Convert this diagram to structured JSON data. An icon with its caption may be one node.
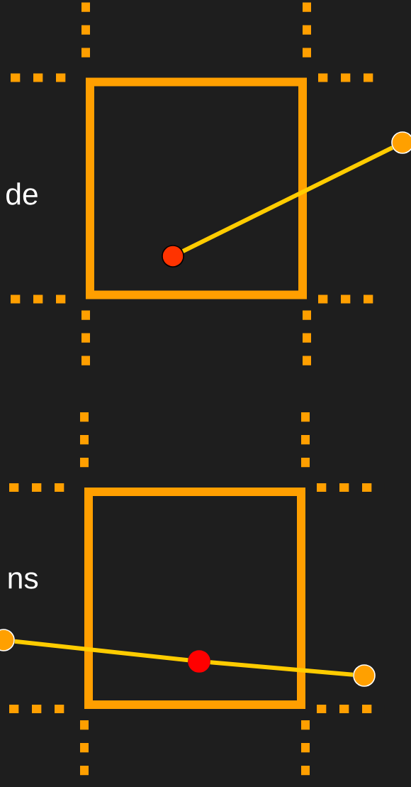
{
  "diagram": {
    "nodes": [
      {
        "text": [],
        "shape": "box"
      },
      {
        "text": [],
        "shape": "circle",
        "in": 0
      },
      {
        "text": [],
        "shape": "circle"
      },
      {
        "text": [],
        "shape": "box"
      },
      {
        "text": [],
        "shape": "circle"
      },
      {
        "text": [],
        "shape": "circle",
        "in": 3
      },
      {
        "text": [],
        "shape": "circle"
      }
    ],
    "edges": [
      {
        "from": 1,
        "to": 2,
        "arrow": "none"
      },
      {
        "from": 4,
        "to": 5,
        "arrow": "none"
      },
      {
        "from": 5,
        "to": 6,
        "arrow": "none"
      }
    ],
    "labels": [
      "de",
      "ns"
    ]
  }
}
